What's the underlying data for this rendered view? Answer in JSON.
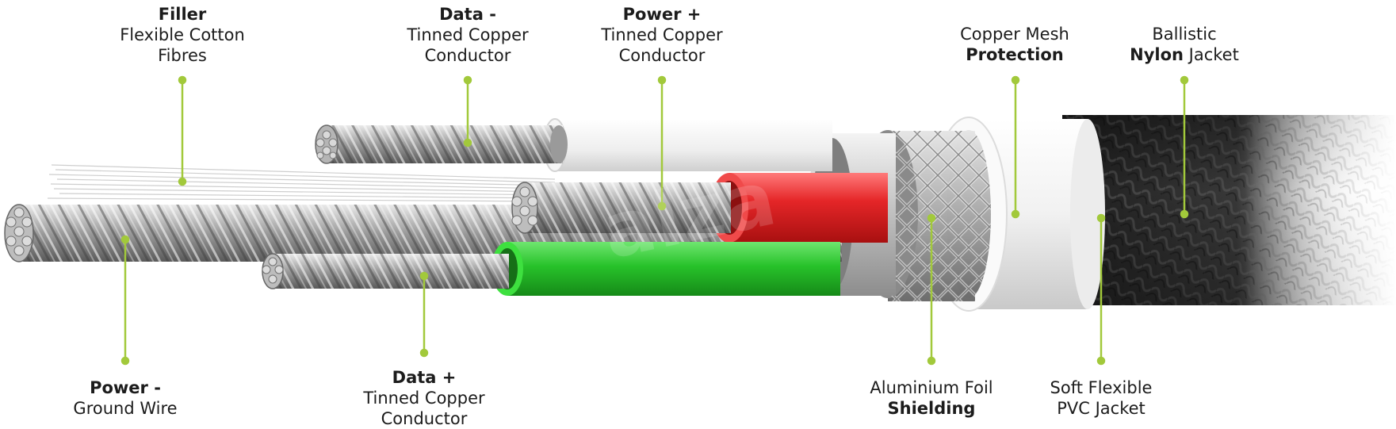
{
  "watermark": "alza",
  "colors": {
    "leader": "#a2c93b",
    "data_minus_insulation": "#f2f2f2",
    "power_plus_insulation": "#e52628",
    "data_plus_insulation": "#27c22a",
    "foil": "#cfcfcf",
    "pvc_jacket": "#f4f4f4",
    "nylon_jacket": "#2a2a2a"
  },
  "labels": {
    "filler": {
      "title": "Filler",
      "line1": "Flexible Cotton",
      "line2": "Fibres"
    },
    "data_minus": {
      "title": "Data -",
      "line1": "Tinned Copper",
      "line2": "Conductor"
    },
    "power_plus": {
      "title": "Power +",
      "line1": "Tinned Copper",
      "line2": "Conductor"
    },
    "copper_mesh": {
      "line1": "Copper Mesh",
      "bold": "Protection"
    },
    "nylon": {
      "line1": "Ballistic",
      "bold": "Nylon",
      "rest": " Jacket"
    },
    "power_minus": {
      "title": "Power -",
      "line1": "Ground Wire"
    },
    "data_plus": {
      "title": "Data +",
      "line1": "Tinned Copper",
      "line2": "Conductor"
    },
    "foil": {
      "line1": "Aluminium Foil",
      "bold": "Shielding"
    },
    "pvc": {
      "line1": "Soft Flexible",
      "line2": "PVC Jacket"
    }
  }
}
